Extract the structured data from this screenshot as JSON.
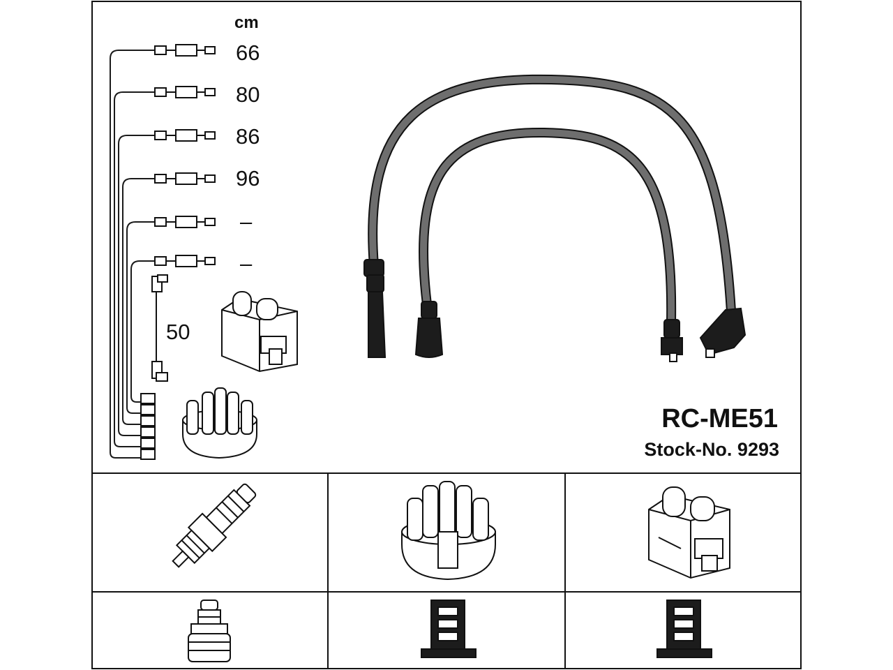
{
  "unit_label": "cm",
  "lengths": [
    "66",
    "80",
    "86",
    "96",
    "–",
    "–"
  ],
  "coil_lead_length": "50",
  "product": {
    "code": "RC-ME51",
    "stock_label": "Stock-No. 9293"
  },
  "icons": {
    "main_figure": [
      "ignition-lead-set-icon",
      "ignition-coil-icon",
      "distributor-cap-icon"
    ],
    "compatibility_row_1": [
      "spark-plug-icon",
      "distributor-cap-icon",
      "ignition-coil-icon"
    ],
    "compatibility_row_2": [
      "plug-terminal-icon",
      "cap-terminal-icon",
      "coil-terminal-icon"
    ]
  },
  "colors": {
    "line": "#1a1a1a",
    "cable": "#555555",
    "boot": "#1c1c1c"
  }
}
